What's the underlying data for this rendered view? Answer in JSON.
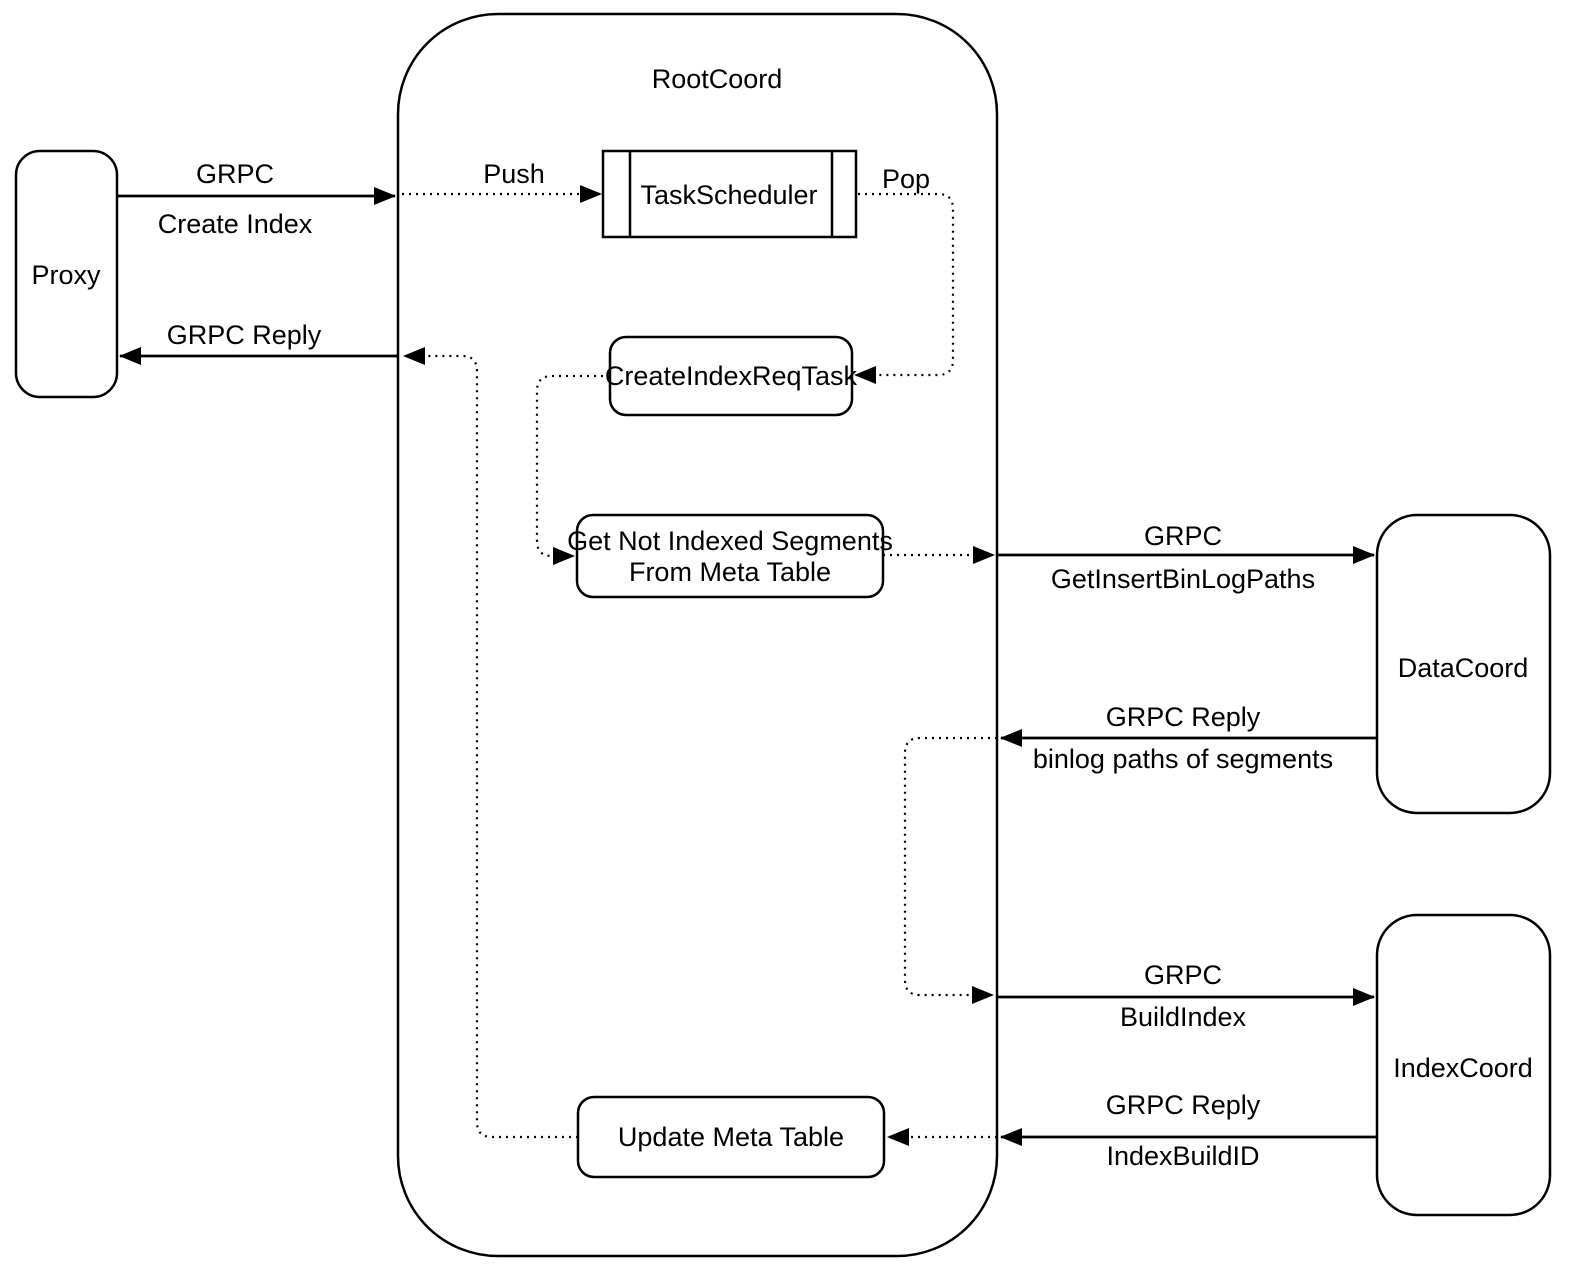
{
  "diagram": {
    "container": {
      "label": "RootCoord"
    },
    "nodes": {
      "proxy": {
        "label": "Proxy"
      },
      "task_scheduler": {
        "label": "TaskScheduler"
      },
      "create_index_req_task": {
        "label": "CreateIndexReqTask"
      },
      "get_not_indexed_segments": {
        "line1": "Get Not Indexed Segments",
        "line2": "From Meta Table"
      },
      "update_meta_table": {
        "label": "Update Meta Table"
      },
      "data_coord": {
        "label": "DataCoord"
      },
      "index_coord": {
        "label": "IndexCoord"
      }
    },
    "edges": {
      "proxy_create_index": {
        "line1": "GRPC",
        "line2": "Create Index"
      },
      "push": {
        "label": "Push"
      },
      "pop": {
        "label": "Pop"
      },
      "reply_to_proxy": {
        "label": "GRPC Reply"
      },
      "get_insert_binlog_paths": {
        "line1": "GRPC",
        "line2": "GetInsertBinLogPaths"
      },
      "binlog_paths_reply": {
        "line1": "GRPC Reply",
        "line2": "binlog paths of segments"
      },
      "build_index": {
        "line1": "GRPC",
        "line2": "BuildIndex"
      },
      "index_build_id_reply": {
        "line1": "GRPC Reply",
        "line2": "IndexBuildID"
      }
    },
    "colors": {
      "stroke": "#000000",
      "background": "#ffffff"
    }
  }
}
